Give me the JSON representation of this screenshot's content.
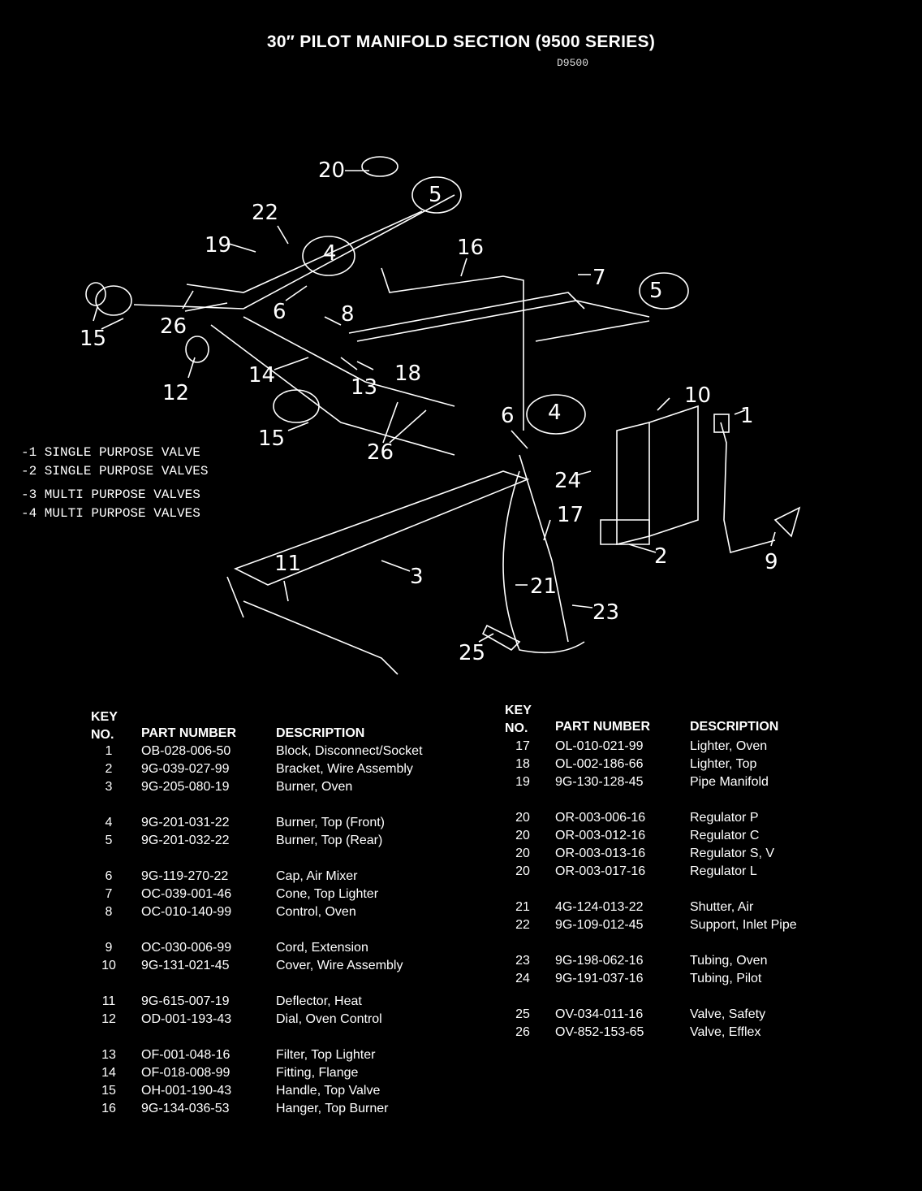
{
  "header": {
    "title": "30″ PILOT MANIFOLD SECTION (9500 SERIES)",
    "code": "D9500"
  },
  "legend": [
    "-1 SINGLE PURPOSE VALVE",
    "-2 SINGLE PURPOSE VALVES",
    "-3 MULTI PURPOSE VALVES",
    "-4 MULTI PURPOSE VALVES"
  ],
  "callouts": [
    "20",
    "22",
    "19",
    "5",
    "4",
    "16",
    "7",
    "5",
    "15",
    "26",
    "6",
    "8",
    "12",
    "14",
    "13",
    "18",
    "10",
    "1",
    "15",
    "26",
    "6",
    "4",
    "24",
    "17",
    "2",
    "9",
    "11",
    "3",
    "21",
    "23",
    "25"
  ],
  "table_headers": {
    "key": "KEY",
    "no": "NO.",
    "part": "PART NUMBER",
    "desc": "DESCRIPTION"
  },
  "parts_left": [
    {
      "key": "1",
      "part": "OB-028-006-50",
      "desc": "Block, Disconnect/Socket"
    },
    {
      "key": "2",
      "part": "9G-039-027-99",
      "desc": "Bracket, Wire Assembly"
    },
    {
      "key": "3",
      "part": "9G-205-080-19",
      "desc": "Burner, Oven"
    },
    {
      "key": "4",
      "part": "9G-201-031-22",
      "desc": "Burner, Top (Front)"
    },
    {
      "key": "5",
      "part": "9G-201-032-22",
      "desc": "Burner, Top (Rear)"
    },
    {
      "key": "6",
      "part": "9G-119-270-22",
      "desc": "Cap, Air Mixer"
    },
    {
      "key": "7",
      "part": "OC-039-001-46",
      "desc": "Cone, Top Lighter"
    },
    {
      "key": "8",
      "part": "OC-010-140-99",
      "desc": "Control, Oven"
    },
    {
      "key": "9",
      "part": "OC-030-006-99",
      "desc": "Cord, Extension"
    },
    {
      "key": "10",
      "part": "9G-131-021-45",
      "desc": "Cover, Wire Assembly"
    },
    {
      "key": "11",
      "part": "9G-615-007-19",
      "desc": "Deflector, Heat"
    },
    {
      "key": "12",
      "part": "OD-001-193-43",
      "desc": "Dial, Oven Control"
    },
    {
      "key": "13",
      "part": "OF-001-048-16",
      "desc": "Filter, Top Lighter"
    },
    {
      "key": "14",
      "part": "OF-018-008-99",
      "desc": "Fitting, Flange"
    },
    {
      "key": "15",
      "part": "OH-001-190-43",
      "desc": "Handle, Top Valve"
    },
    {
      "key": "16",
      "part": "9G-134-036-53",
      "desc": "Hanger, Top Burner"
    }
  ],
  "parts_right": [
    {
      "key": "17",
      "part": "OL-010-021-99",
      "desc": "Lighter, Oven"
    },
    {
      "key": "18",
      "part": "OL-002-186-66",
      "desc": "Lighter, Top"
    },
    {
      "key": "19",
      "part": "9G-130-128-45",
      "desc": "Pipe Manifold"
    },
    {
      "key": "20",
      "part": "OR-003-006-16",
      "desc": "Regulator P"
    },
    {
      "key": "20",
      "part": "OR-003-012-16",
      "desc": "Regulator C"
    },
    {
      "key": "20",
      "part": "OR-003-013-16",
      "desc": "Regulator S, V"
    },
    {
      "key": "20",
      "part": "OR-003-017-16",
      "desc": "Regulator L"
    },
    {
      "key": "21",
      "part": "4G-124-013-22",
      "desc": "Shutter, Air"
    },
    {
      "key": "22",
      "part": "9G-109-012-45",
      "desc": "Support, Inlet Pipe"
    },
    {
      "key": "23",
      "part": "9G-198-062-16",
      "desc": "Tubing, Oven"
    },
    {
      "key": "24",
      "part": "9G-191-037-16",
      "desc": "Tubing, Pilot"
    },
    {
      "key": "25",
      "part": "OV-034-011-16",
      "desc": "Valve, Safety"
    },
    {
      "key": "26",
      "part": "OV-852-153-65",
      "desc": "Valve, Efflex"
    }
  ]
}
